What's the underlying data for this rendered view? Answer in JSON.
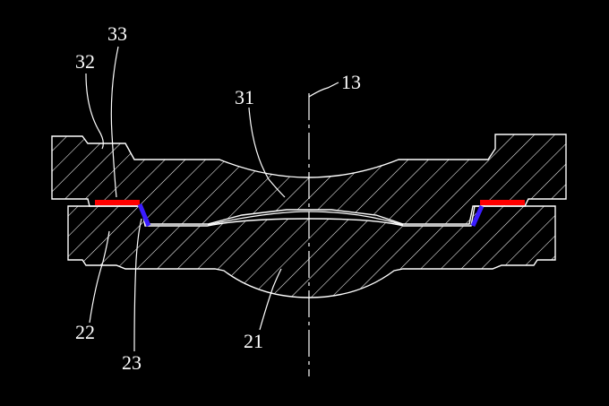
{
  "figure": {
    "type": "patent cross-section drawing",
    "background_color": "#000000",
    "line_color": "#ffffff",
    "highlight_red": "#ff0000",
    "highlight_blue": "#3a1cff"
  },
  "labels": {
    "l33": "33",
    "l32": "32",
    "l31": "31",
    "l13": "13",
    "l22": "22",
    "l23": "23",
    "l21": "21"
  }
}
